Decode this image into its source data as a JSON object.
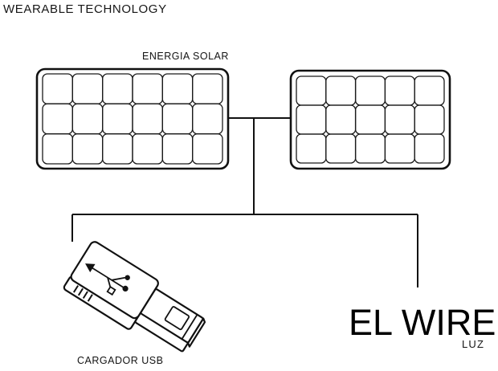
{
  "header": {
    "title": "WEARABLE TECHNOLOGY"
  },
  "diagram": {
    "solar": {
      "label": "ENERGIA SOLAR",
      "panels": [
        {
          "name": "left",
          "cols": 6,
          "rows": 3
        },
        {
          "name": "right",
          "cols": 5,
          "rows": 3
        }
      ]
    },
    "usb": {
      "label": "CARGADOR USB"
    },
    "el_wire": {
      "label": "EL WIRE",
      "sublabel": "LUZ"
    },
    "line_color": "#111111",
    "background": "#ffffff"
  }
}
